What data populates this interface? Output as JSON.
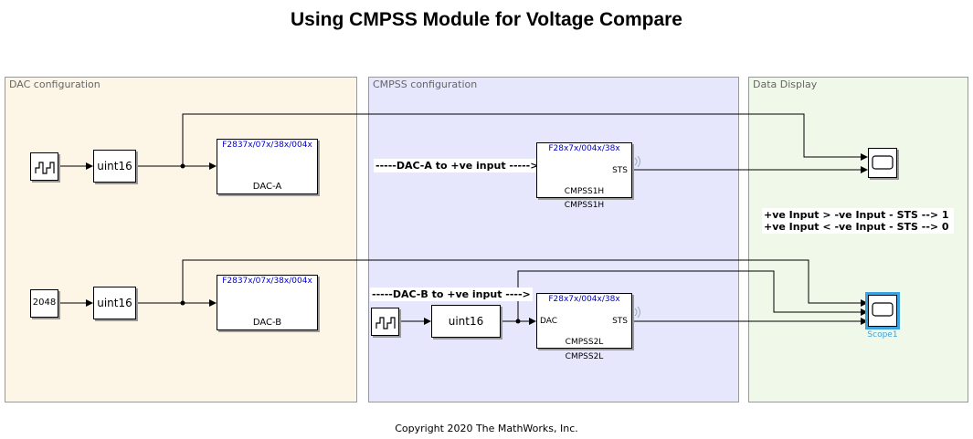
{
  "title": "Using CMPSS Module for Voltage Compare",
  "areas": {
    "dac": "DAC configuration",
    "cmpss": "CMPSS configuration",
    "display": "Data Display"
  },
  "blocks": {
    "convert_1": "uint16",
    "convert_2": "uint16",
    "convert_3": "uint16",
    "constant_value": "2048",
    "dac_a": {
      "header": "F2837x/07x/38x/004x",
      "label": "DAC-A"
    },
    "dac_b": {
      "header": "F2837x/07x/38x/004x",
      "label": "DAC-B"
    },
    "cmpss1h": {
      "header": "F28x7x/004x/38x",
      "port_out": "STS",
      "inner": "CMPSS1H",
      "name": "CMPSS1H"
    },
    "cmpss2l": {
      "header": "F28x7x/004x/38x",
      "port_in": "DAC",
      "port_out": "STS",
      "inner": "CMPSS2L",
      "name": "CMPSS2L"
    },
    "scope1_name": "Scope1"
  },
  "annotations": {
    "dac_a_note": "-----DAC-A to +ve input ----->",
    "dac_b_note": "-----DAC-B to +ve input ---->",
    "rule_1": "+ve Input > -ve Input - STS --> 1",
    "rule_2": "+ve Input < -ve Input - STS --> 0"
  },
  "copyright": "Copyright 2020 The MathWorks, Inc.",
  "colors": {
    "dac_area": "#fdf5e6",
    "cmpss_area": "#e6e6fd",
    "display_area": "#f0f8e9",
    "header_text": "#0000cc",
    "selection": "#3ea3dc"
  }
}
